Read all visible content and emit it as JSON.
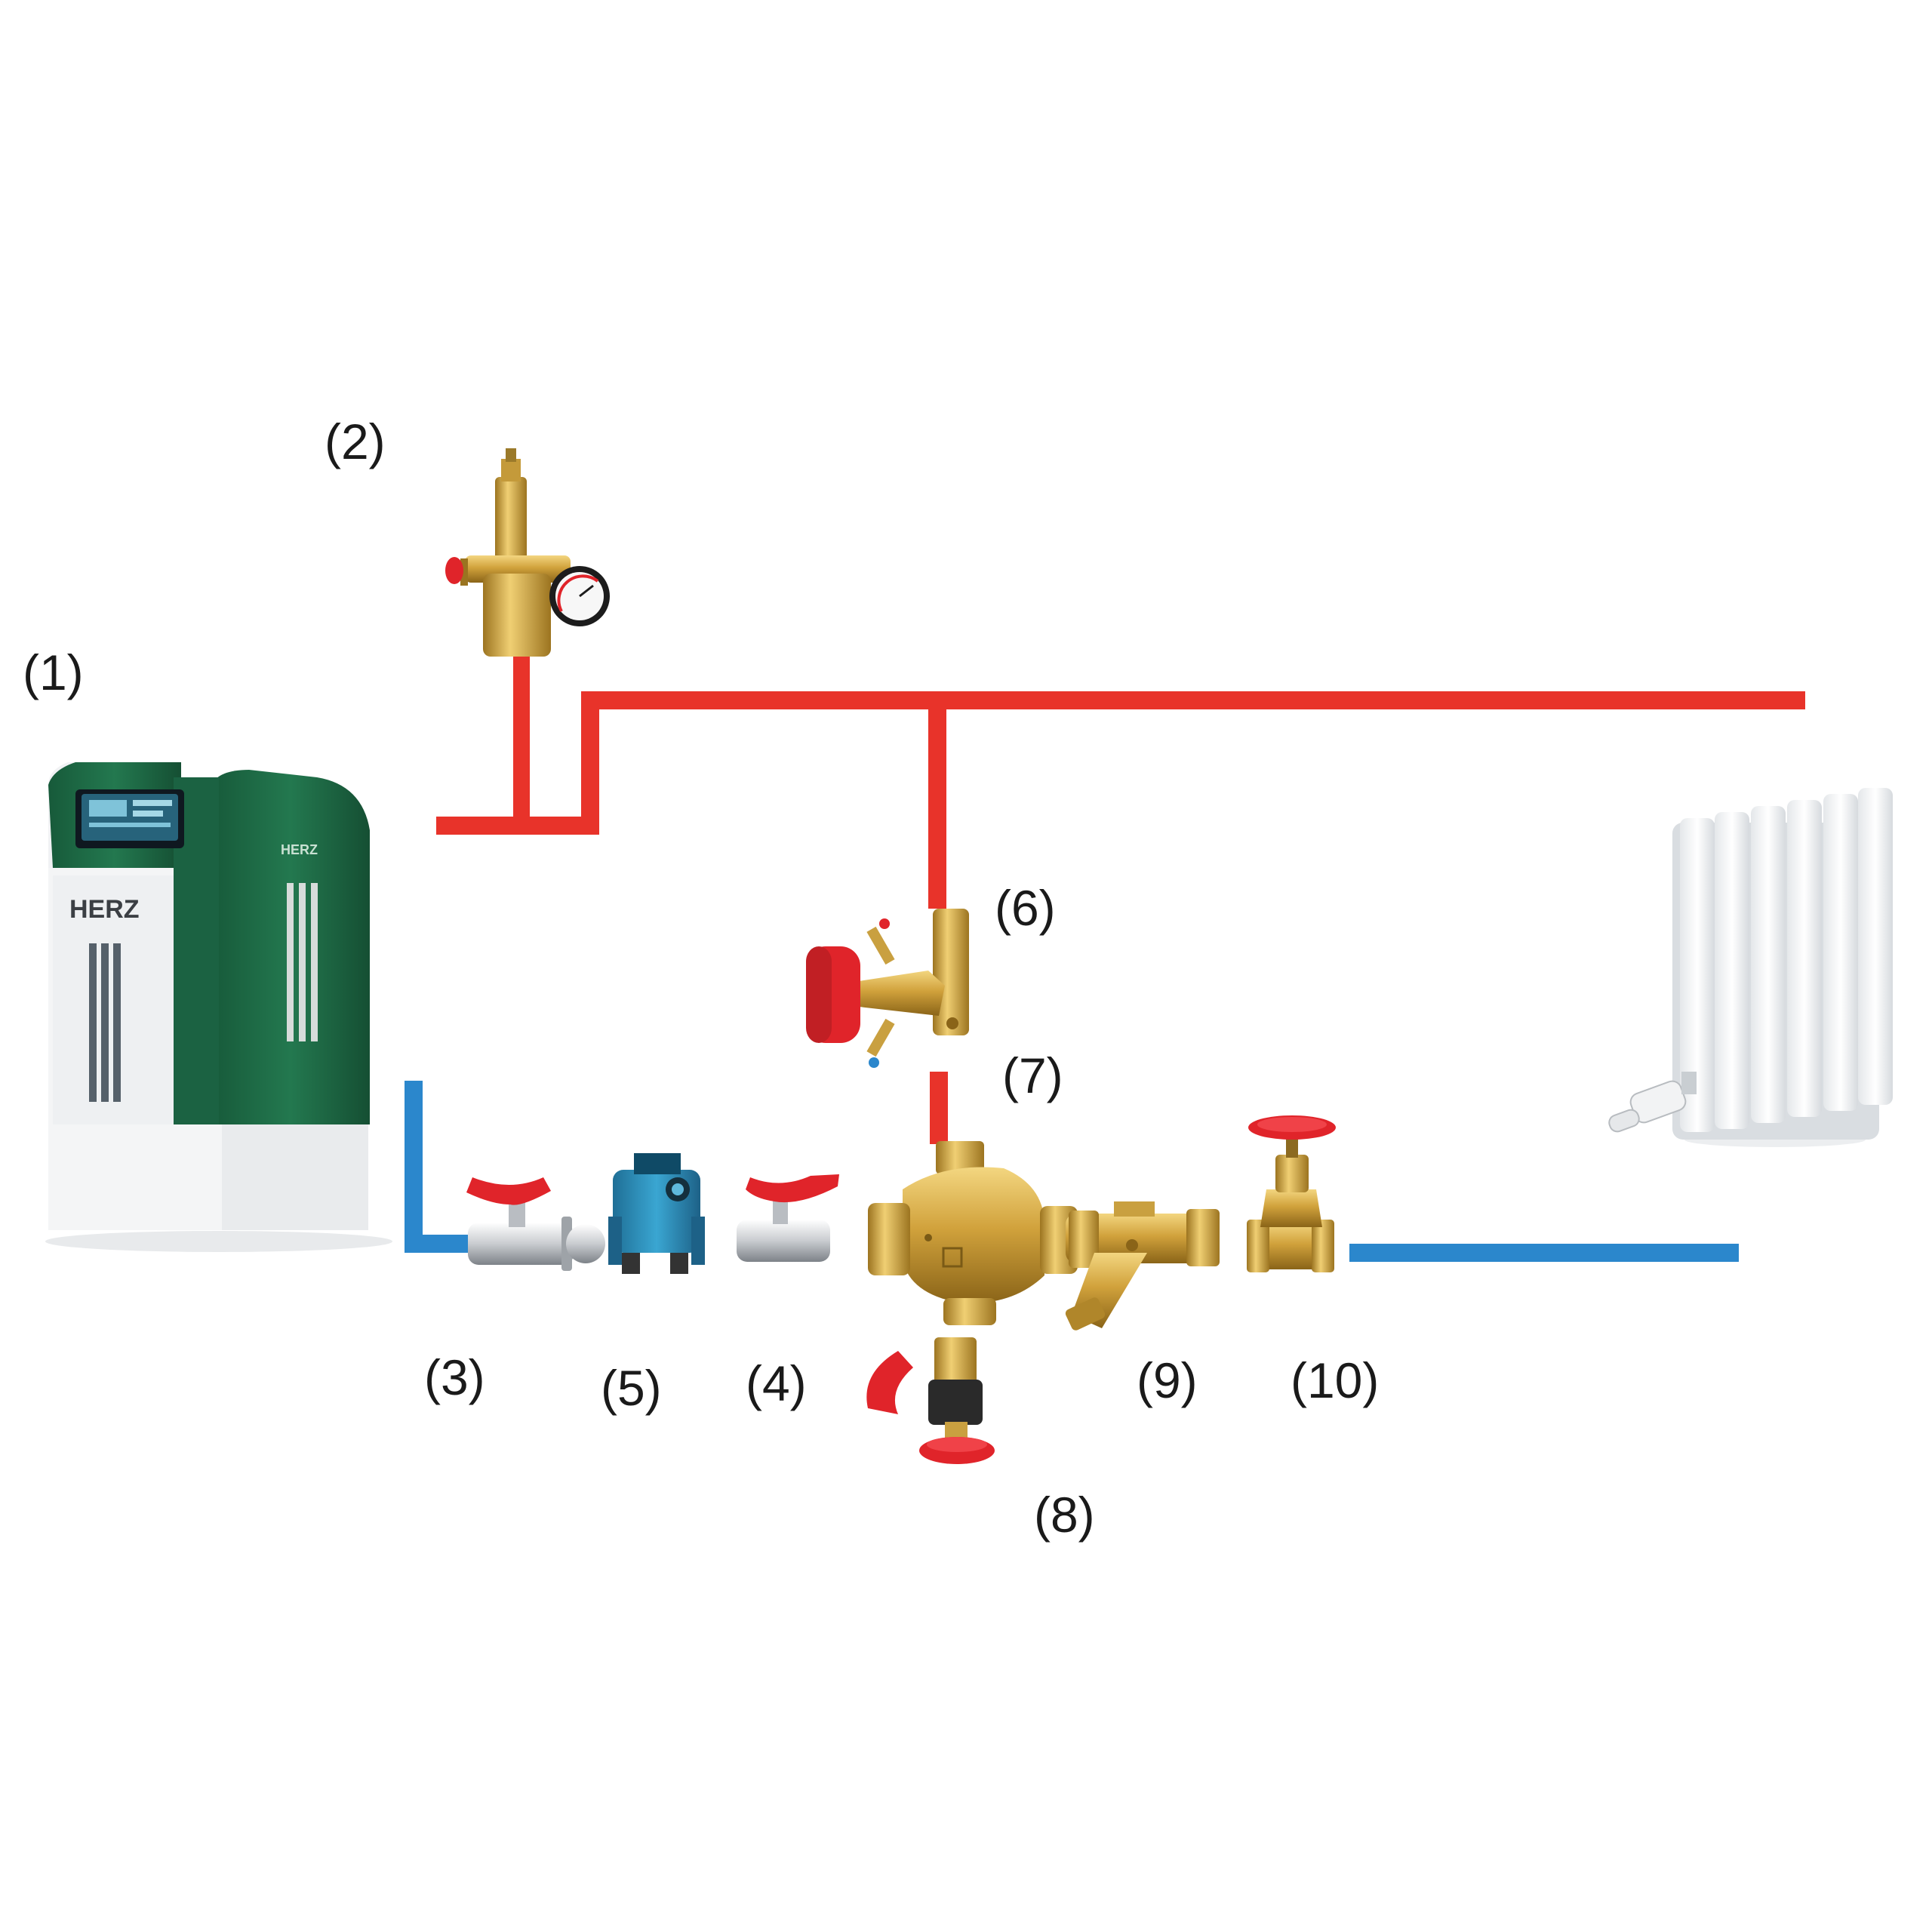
{
  "diagram": {
    "labels": {
      "boiler": "(1)",
      "safety_group": "(2)",
      "ball_valve_left": "(3)",
      "ball_valve_right": "(4)",
      "pump": "(5)",
      "balancing_valve": "(6)",
      "mixing_valve": "(7)",
      "connector": "(8)",
      "strainer": "(9)",
      "gate_valve": "(10)"
    },
    "boiler": {
      "brand": "HERZ"
    },
    "colors": {
      "supply_pipe": "#e8332a",
      "return_pipe": "#2b87cc",
      "boiler_green": "#1f6b47",
      "brass": "#c89a2e",
      "handle_red": "#e0242a",
      "pump_blue": "#2a8fb8"
    }
  }
}
